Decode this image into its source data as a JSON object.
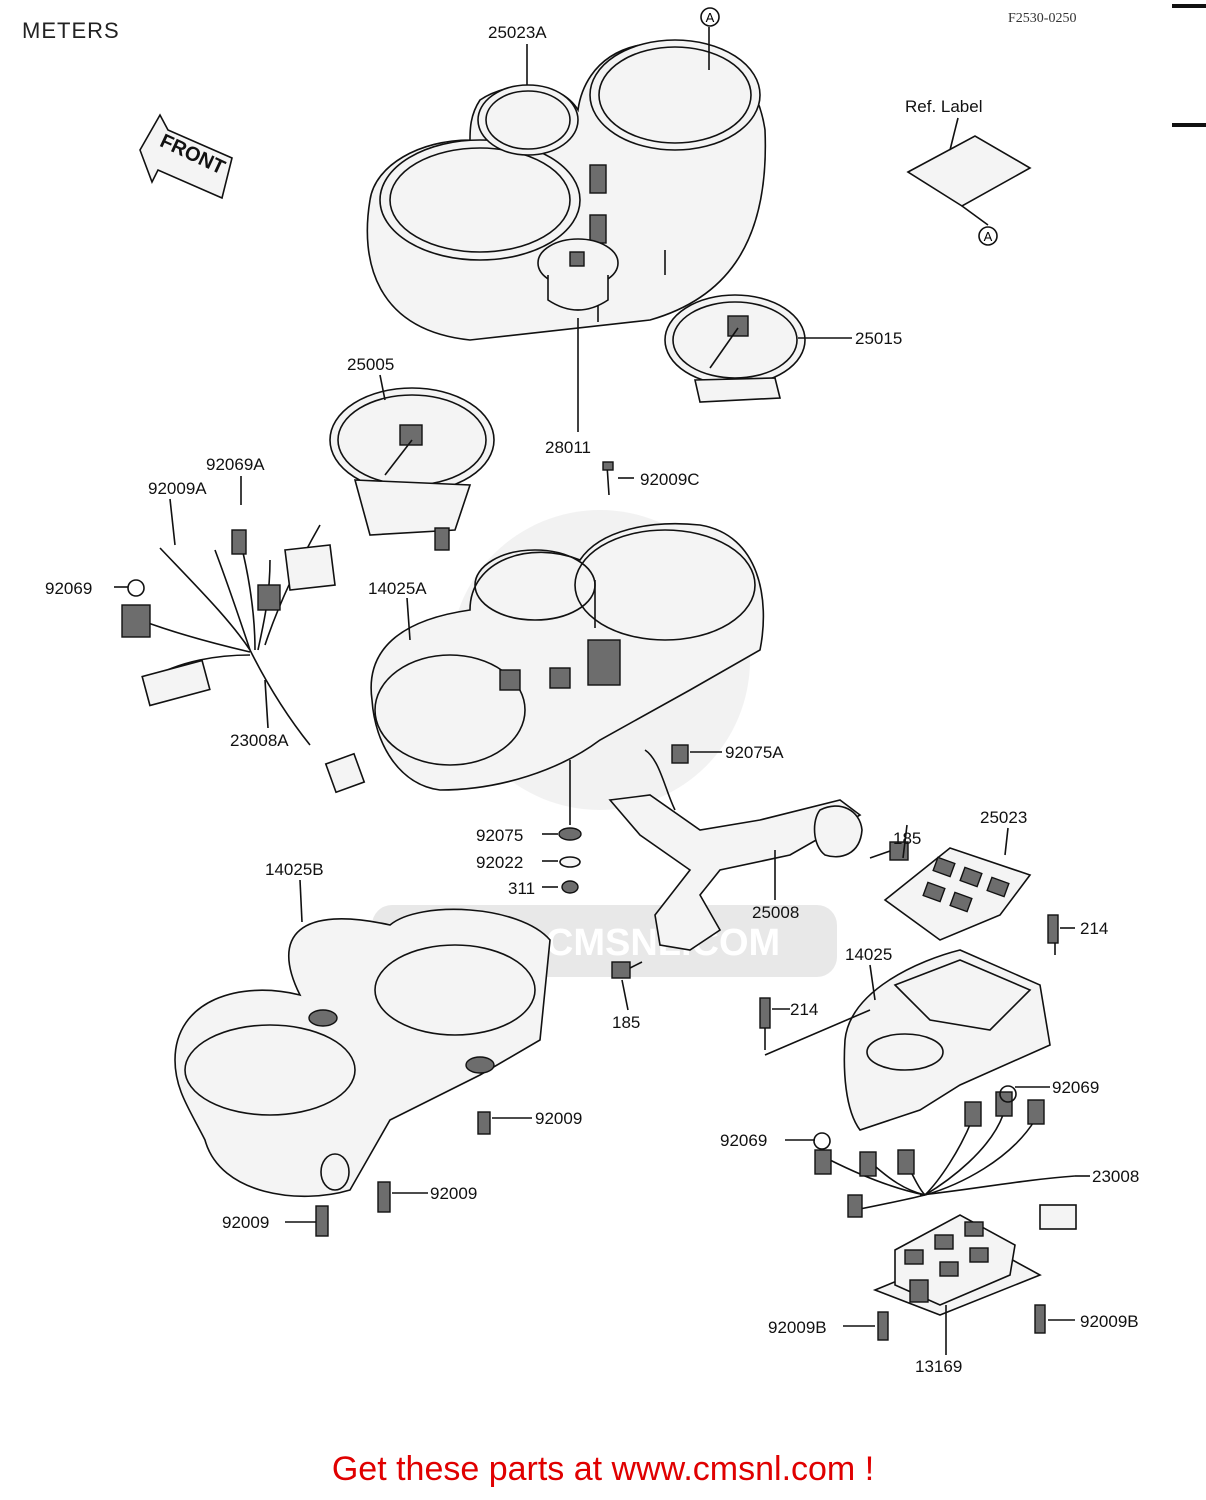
{
  "header": {
    "title": "METERS",
    "figure_code": "F2530-0250"
  },
  "watermark": "WWW.CMSNL.COM",
  "front_arrow_label": "FRONT",
  "ref_label": "Ref. Label",
  "ref_marker": "A",
  "parts": {
    "p25023A": "25023A",
    "p25015": "25015",
    "p25005": "25005",
    "p28011": "28011",
    "p92069A": "92069A",
    "p92009A": "92009A",
    "p92009C": "92009C",
    "p92069_left": "92069",
    "p14025A": "14025A",
    "p23008A": "23008A",
    "p92075A": "92075A",
    "p92075": "92075",
    "p92022": "92022",
    "p311": "311",
    "p185_upper": "185",
    "p25023": "25023",
    "p14025B": "14025B",
    "p25008": "25008",
    "p214_upper": "214",
    "p14025": "14025",
    "p214_lower": "214",
    "p185_lower": "185",
    "p92069_right": "92069",
    "p92009_a": "92009",
    "p92069_mid": "92069",
    "p23008": "23008",
    "p92009_b": "92009",
    "p92009_c": "92009",
    "p92009B_left": "92009B",
    "p92009B_right": "92009B",
    "p13169": "13169"
  },
  "footer_text": "Get these parts at www.cmsnl.com !"
}
